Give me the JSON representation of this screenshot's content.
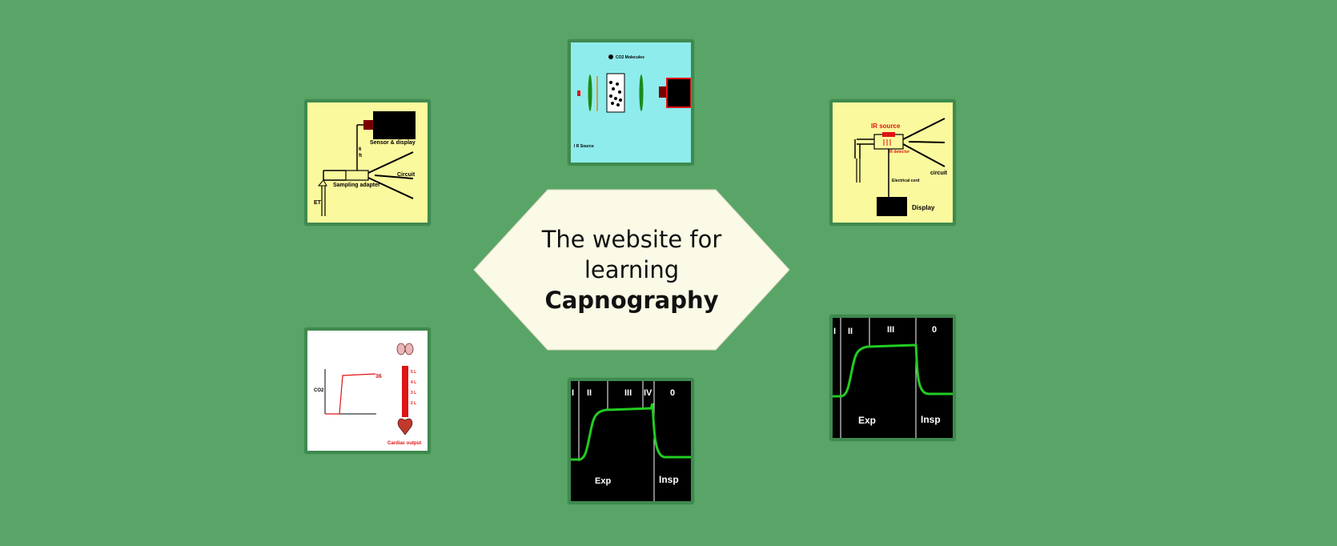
{
  "hero": {
    "line1": "The website for",
    "line2": "learning",
    "line3": "Capnography"
  },
  "tiles": {
    "ir_spectroscopy": {
      "co2_molecules": "CO2 Molecules",
      "ir_source": "I R  Source"
    },
    "sidestream": {
      "sensor_display": "Sensor & display",
      "six": "6",
      "ft": "ft",
      "circuit": "Circuit",
      "sampling_adapter": "Sampling adapter",
      "et": "ET"
    },
    "mainstream": {
      "ir_source": "IR source",
      "detector": "IR detector",
      "circuit": "circuit",
      "electrical_cord": "Electrical cord",
      "display": "Display"
    },
    "cardiac_output": {
      "co2": "CO2",
      "value": "36",
      "l5": "5 L",
      "l4": "4 L",
      "l3": "3 L",
      "l2": "2 L",
      "caption": "Cardiac output"
    },
    "waveform_bottom": {
      "phase_i": "I",
      "phase_ii": "II",
      "phase_iii": "III",
      "phase_iv": "IV",
      "phase_0": "0",
      "exp": "Exp",
      "insp": "Insp"
    },
    "waveform_right": {
      "phase_i": "I",
      "phase_ii": "II",
      "phase_iii": "III",
      "phase_0": "0",
      "exp": "Exp",
      "insp": "Insp"
    }
  },
  "colors": {
    "background": "#59a567",
    "tile_border": "#3f8a4f",
    "hex_fill": "#fbfae6",
    "yellow_tile": "#fbf99d",
    "cyan_tile": "#8fecec",
    "waveform_green": "#22cc22",
    "red_accent": "#e01414"
  }
}
